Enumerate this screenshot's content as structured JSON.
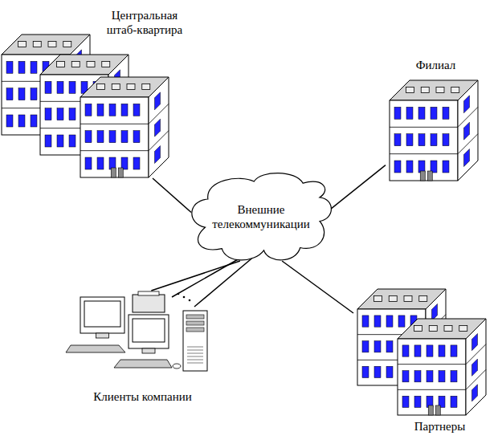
{
  "diagram": {
    "nodes": [
      {
        "text": [
          "Центральная штаб-квартира"
        ]
      },
      {
        "text": [
          "Филиал"
        ]
      },
      {
        "text": [
          "Внешние телекоммуникации"
        ]
      },
      {
        "text": [
          "Клиенты компании"
        ]
      },
      {
        "text": [
          "Партнеры"
        ]
      }
    ],
    "edges": [
      {
        "from": 0,
        "to": 2,
        "arrow": "none"
      },
      {
        "from": 1,
        "to": 2,
        "arrow": "none"
      },
      {
        "from": 3,
        "to": 2,
        "arrow": "none"
      },
      {
        "from": 4,
        "to": 2,
        "arrow": "none"
      }
    ]
  }
}
